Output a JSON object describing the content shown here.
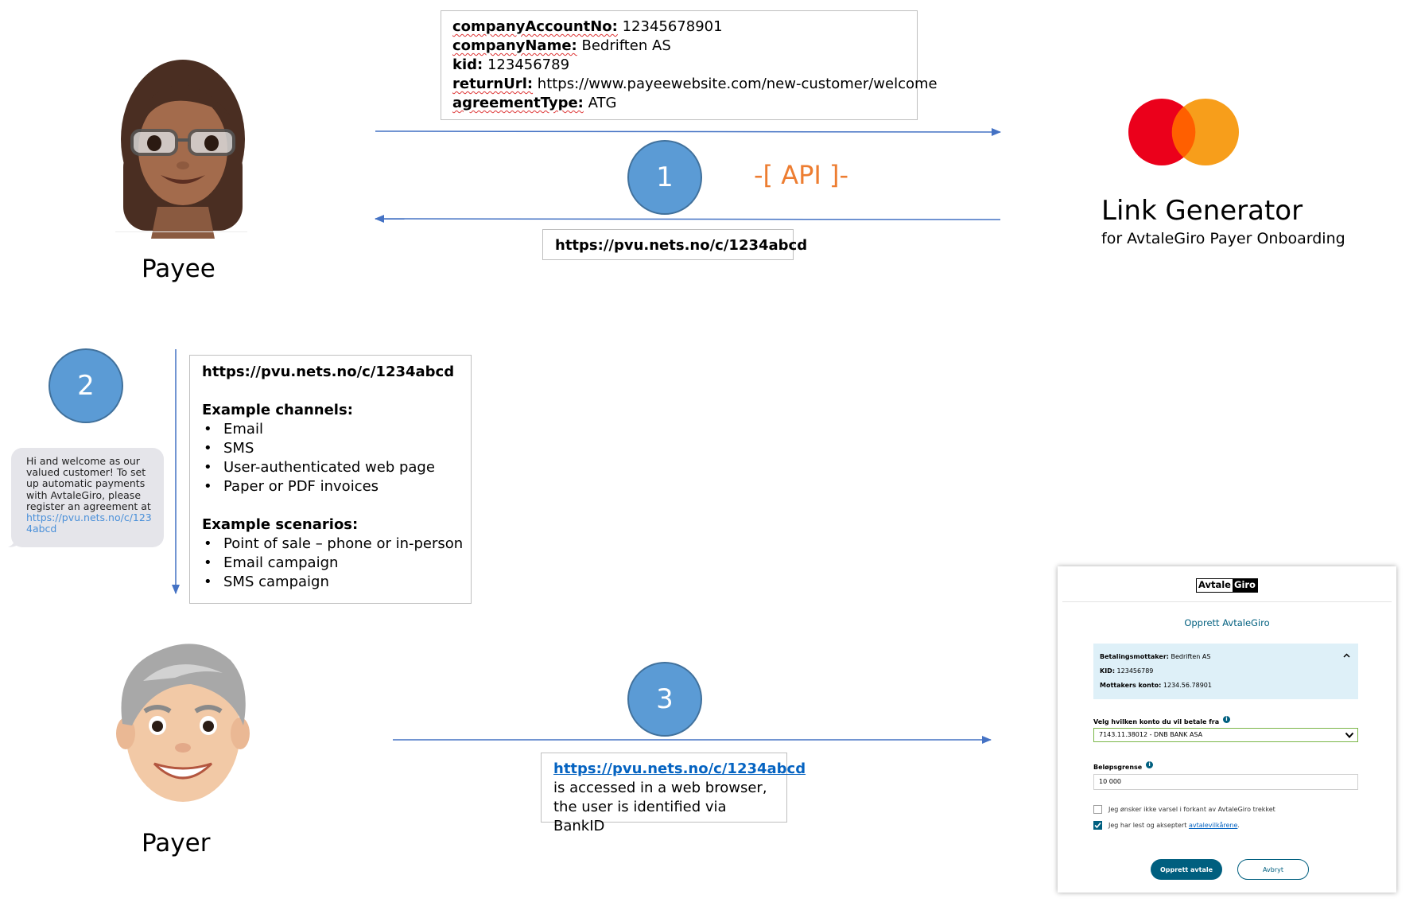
{
  "request": {
    "fields": [
      {
        "key": "companyAccountNo:",
        "value": " 12345678901"
      },
      {
        "key": "companyName:",
        "value": " Bedriften AS"
      },
      {
        "key": "kid:",
        "value": " 123456789"
      },
      {
        "key": "returnUrl:",
        "value": " https://www.payeewebsite.com/new-customer/welcome"
      },
      {
        "key": "agreementType:",
        "value": " ATG"
      }
    ]
  },
  "api_label": "-[ API ]-",
  "steps": {
    "one": "1",
    "two": "2",
    "three": "3"
  },
  "response_link": "https://pvu.nets.no/c/1234abcd",
  "payee_label": "Payee",
  "payer_label": "Payer",
  "generator": {
    "title": "Link Generator",
    "subtitle": "for AvtaleGiro Payer Onboarding"
  },
  "channels_box": {
    "link": "https://pvu.nets.no/c/1234abcd",
    "channels_heading": "Example channels:",
    "channels": [
      "Email",
      "SMS",
      "User-authenticated web page",
      "Paper or PDF invoices"
    ],
    "scenarios_heading": "Example scenarios:",
    "scenarios": [
      "Point of sale – phone or in-person",
      "Email campaign",
      "SMS campaign"
    ]
  },
  "sms": {
    "text": "Hi and welcome as our valued customer! To set up automatic payments with AvtaleGiro, please register an agreement at",
    "link": "https://pvu.nets.no/c/1234abcd"
  },
  "access_box": {
    "link": "https://pvu.nets.no/c/1234abcd",
    "text": "is accessed in a web browser, the user is identified via BankID"
  },
  "form": {
    "logo_left": "Avtale",
    "logo_right": "Giro",
    "title": "Opprett AvtaleGiro",
    "info": [
      {
        "key": "Betalingsmottaker:",
        "value": " Bedriften AS"
      },
      {
        "key": "KID:",
        "value": " 123456789"
      },
      {
        "key": "Mottakers konto:",
        "value": " 1234.56.78901"
      }
    ],
    "account_label": "Velg hvilken konto du vil betale fra",
    "account_value": "7143.11.38012 - DNB BANK ASA",
    "limit_label": "Beløpsgrense",
    "limit_value": "10 000",
    "checkbox1": "Jeg ønsker ikke varsel i forkant av AvtaleGiro trekket",
    "checkbox2_text": "Jeg har lest og akseptert ",
    "checkbox2_link": "avtalevilkårene",
    "checkbox2_end": ".",
    "submit": "Opprett avtale",
    "cancel": "Avbryt"
  },
  "colors": {
    "circle": "#5b9bd5",
    "arrow": "#4472c4",
    "api": "#ed7d31",
    "mc_red": "#eb001b",
    "mc_yellow": "#f79e1b",
    "form_blue": "#005f7f"
  }
}
